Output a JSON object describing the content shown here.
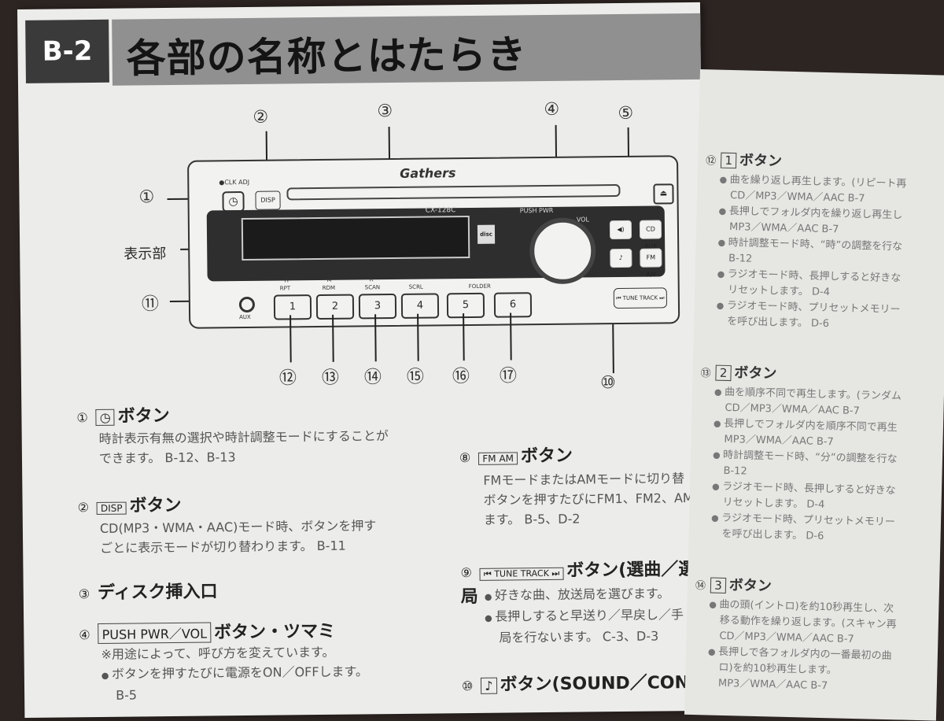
{
  "header": {
    "badge": "B-2",
    "title": "各部の名称とはたらき"
  },
  "diagram": {
    "brand": "Gathers",
    "model": "CX-128C",
    "clk_adj": "●CLK ADJ",
    "disp": "DISP",
    "display_label": "表示部",
    "push_pwr": "PUSH PWR",
    "vol": "VOL",
    "aux": "AUX",
    "tune_track": "TUNE TRACK",
    "preset_labels": [
      "RPT",
      "RDM",
      "SCAN",
      "SCRL",
      "",
      "FOLDER"
    ],
    "preset_sub": [
      "H",
      "M",
      "R"
    ],
    "presets": [
      "1",
      "2",
      "3",
      "4",
      "5",
      "6"
    ],
    "side_buttons": [
      "CD AUX",
      "FM AM"
    ],
    "callouts_top": [
      "②",
      "③",
      "④",
      "⑤"
    ],
    "callout_1": "①",
    "callout_11": "⑪",
    "callout_10": "⑩",
    "callouts_bottom": [
      "⑫",
      "⑬",
      "⑭",
      "⑮",
      "⑯",
      "⑰"
    ]
  },
  "left": {
    "s1_num": "①",
    "s1_title": "ボタン",
    "s1_text1": "時計表示有無の選択や時計調整モードにすることが",
    "s1_text2": "できます。 B-12、B-13",
    "s2_num": "②",
    "s2_icon": "DISP",
    "s2_title": "ボタン",
    "s2_text1": "CD(MP3・WMA・AAC)モード時、ボタンを押す",
    "s2_text2": "ごとに表示モードが切り替わります。 B-11",
    "s3_num": "③",
    "s3_title": "ディスク挿入口",
    "s4_num": "④",
    "s4_icon": "PUSH PWR／VOL",
    "s4_title": "ボタン・ツマミ",
    "s4_text1": "※用途によって、呼び方を変えています。",
    "s4_text2": "ボタンを押すたびに電源をON／OFFします。",
    "s4_text3": "B-5"
  },
  "middle": {
    "s8_num": "⑧",
    "s8_icon": "FM AM",
    "s8_title": "ボタン",
    "s8_text1": "FMモードまたはAMモードに切り替",
    "s8_text2": "ボタンを押すたびにFM1、FM2、AM",
    "s8_text3": "ます。 B-5、D-2",
    "s9_num": "⑨",
    "s9_icon": "⏮ TUNE TRACK ⏭",
    "s9_title": "ボタン(選曲／選局",
    "s9_text1": "好きな曲、放送局を選びます。",
    "s9_text2": "長押しすると早送り／早戻し／手",
    "s9_text3": "局を行ないます。 C-3、D-3",
    "s10_num": "⑩",
    "s10_icon": "♪",
    "s10_title": "ボタン(SOUND／CON"
  },
  "right": {
    "s12_num": "⑫",
    "s12_icon": "1",
    "s12_title": "ボタン",
    "s12_lines": [
      "曲を繰り返し再生します。(リピート再",
      "CD／MP3／WMA／AAC B-7",
      "長押しでフォルダ内を繰り返し再生し",
      "MP3／WMA／AAC B-7",
      "時計調整モード時、“時”の調整を行な",
      "B-12",
      "ラジオモード時、長押しすると好きな",
      "リセットします。 D-4",
      "ラジオモード時、プリセットメモリー",
      "を呼び出します。 D-6"
    ],
    "s13_num": "⑬",
    "s13_icon": "2",
    "s13_title": "ボタン",
    "s13_lines": [
      "曲を順序不同で再生します。(ランダム",
      "CD／MP3／WMA／AAC B-7",
      "長押しでフォルダ内を順序不同で再生",
      "MP3／WMA／AAC B-7",
      "時計調整モード時、“分”の調整を行な",
      "B-12",
      "ラジオモード時、長押しすると好きな",
      "リセットします。 D-4",
      "ラジオモード時、プリセットメモリー",
      "を呼び出します。 D-6"
    ],
    "s14_num": "⑭",
    "s14_icon": "3",
    "s14_title": "ボタン",
    "s14_lines": [
      "曲の頭(イントロ)を約10秒再生し、次",
      "移る動作を繰り返します。(スキャン再",
      "CD／MP3／WMA／AAC B-7",
      "長押しで各フォルダ内の一番最初の曲",
      "ロ)を約10秒再生します。",
      "MP3／WMA／AAC B-7"
    ]
  }
}
